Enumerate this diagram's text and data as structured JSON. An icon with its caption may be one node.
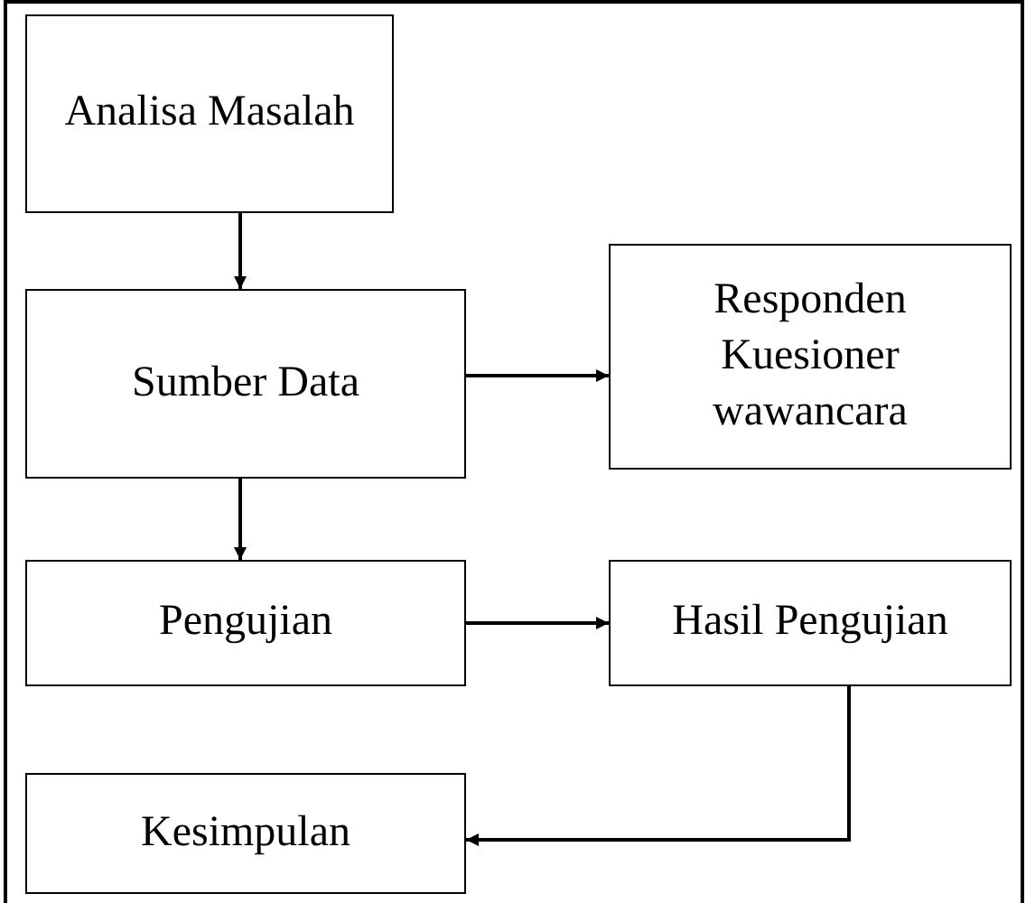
{
  "diagram": {
    "nodes": [
      {
        "text": [
          "Analisa Masalah"
        ]
      },
      {
        "text": [
          "Sumber Data"
        ]
      },
      {
        "text": [
          "Responden Kuesioner wawancara"
        ]
      },
      {
        "text": [
          "Pengujian"
        ]
      },
      {
        "text": [
          "Hasil Pengujian"
        ]
      },
      {
        "text": [
          "Kesimpulan"
        ]
      }
    ],
    "edges": [
      {
        "from": 0,
        "to": 1,
        "arrow": "to"
      },
      {
        "from": 1,
        "to": 2,
        "arrow": "to"
      },
      {
        "from": 1,
        "to": 3,
        "arrow": "to"
      },
      {
        "from": 3,
        "to": 4,
        "arrow": "to"
      },
      {
        "from": 4,
        "to": 5,
        "arrow": "to"
      }
    ]
  }
}
